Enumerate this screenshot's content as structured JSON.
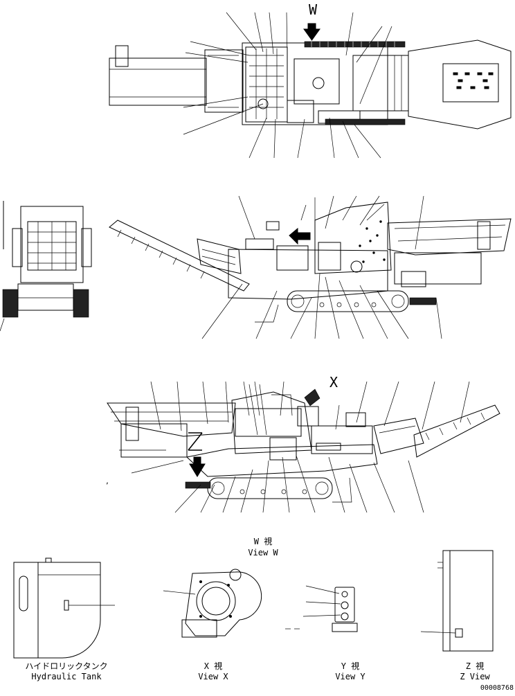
{
  "letters": {
    "w": "W",
    "x": "X"
  },
  "views": {
    "w": {
      "jp": "W 視",
      "en": "View W"
    },
    "tank": {
      "jp": "ハイドロリックタンク",
      "en": "Hydraulic Tank"
    },
    "x": {
      "jp": "X 視",
      "en": "View X"
    },
    "y": {
      "jp": "Y 視",
      "en": "View Y"
    },
    "z": {
      "jp": "Z 視",
      "en": "Z View"
    }
  },
  "drawing_number": "00008768"
}
